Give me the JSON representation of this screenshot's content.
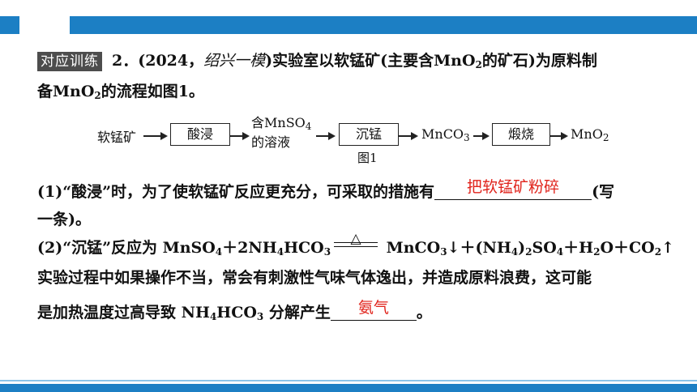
{
  "tag": "对应训练",
  "question": {
    "number": "2．",
    "source_open": "(2024，",
    "source": "绍兴一模",
    "source_close": ")",
    "intro_a": "实验室以软锰矿(主要含MnO",
    "intro_sub": "2",
    "intro_b": "的矿石)为原料制",
    "intro2_a": "备MnO",
    "intro2_sub": "2",
    "intro2_b": "的流程如图1。"
  },
  "flow": {
    "start": "软锰矿",
    "box1": "酸浸",
    "mid_line1_a": "含MnSO",
    "mid_line1_sub": "4",
    "mid_line2": "的溶液",
    "box2": "沉锰",
    "product_a": "MnCO",
    "product_sub": "3",
    "box3": "煅烧",
    "final_a": "MnO",
    "final_sub": "2",
    "caption": "图1"
  },
  "part1": {
    "prefix": "(1)“酸浸”时，为了使软锰矿反应更充分，可采取的措施有",
    "answer": "把软锰矿粉碎",
    "suffix": "(写",
    "line2": "一条)。"
  },
  "part2": {
    "prefix": "(2)“沉锰”反应为 MnSO",
    "s1": "4",
    "t1": "＋2NH",
    "s2": "4",
    "t2": "HCO",
    "s3": "3",
    "heat": "△",
    "t3": " MnCO",
    "s4": "3",
    "t4": "↓＋(NH",
    "s5": "4",
    "t5": ")",
    "s6": "2",
    "t6": "SO",
    "s7": "4",
    "t7": "＋H",
    "s8": "2",
    "t8": "O＋CO",
    "s9": "2",
    "t9": "↑",
    "line2": "实验过程中如果操作不当，常会有刺激性气味气体逸出，并造成原料浪费，这可能",
    "line3_a": "是加热温度过高导致 NH",
    "line3_s1": "4",
    "line3_b": "HCO",
    "line3_s2": "3",
    "line3_c": " 分解产生",
    "answer": "氨气",
    "line3_end": "。"
  },
  "colors": {
    "accent": "#1c7fc4",
    "answer": "#e0231b",
    "tag_bg": "#4d4d4d"
  }
}
